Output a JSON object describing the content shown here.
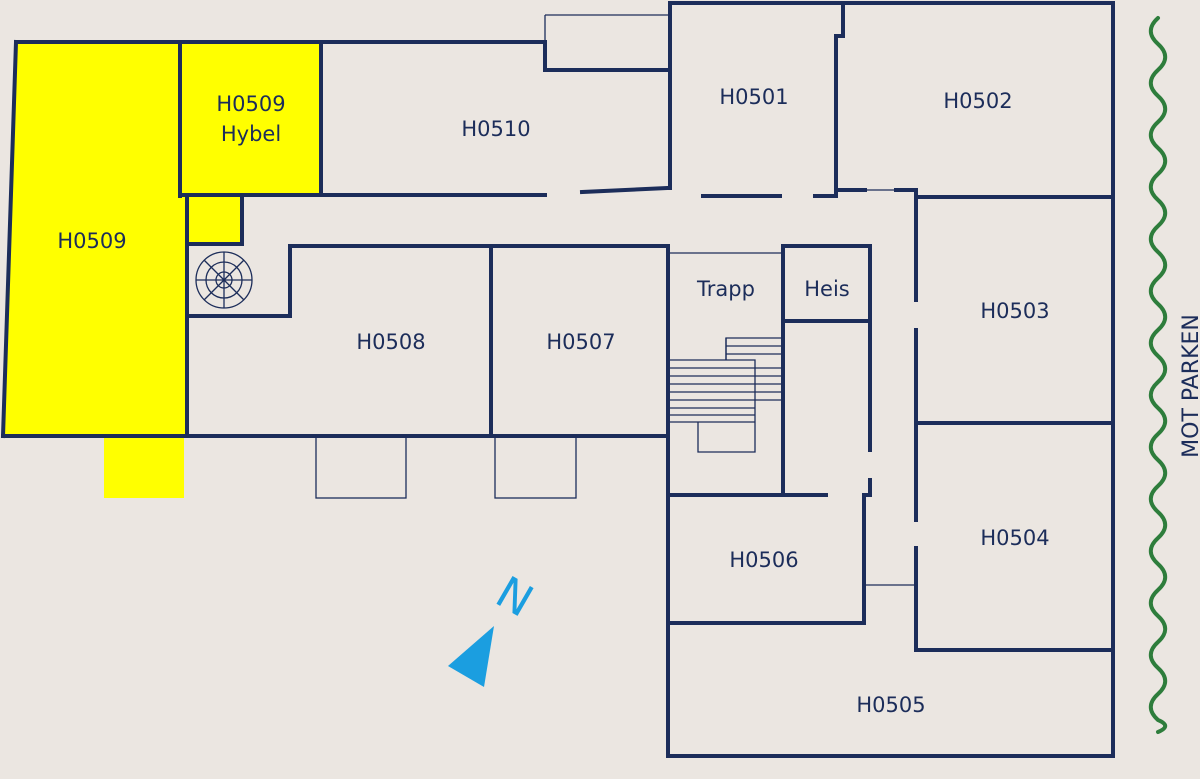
{
  "colors": {
    "background": "#ebe6e1",
    "wall": "#1c2d5a",
    "highlight": "#ffff00",
    "north_arrow": "#1b9ee0",
    "park_line": "#2e7d3c"
  },
  "rooms": {
    "h0509": "H0509",
    "h0509_hybel": [
      "H0509",
      "Hybel"
    ],
    "h0510": "H0510",
    "h0501": "H0501",
    "h0502": "H0502",
    "h0503": "H0503",
    "h0504": "H0504",
    "h0505": "H0505",
    "h0506": "H0506",
    "h0507": "H0507",
    "h0508": "H0508",
    "trapp": "Trapp",
    "heis": "Heis"
  },
  "compass": {
    "north": "N"
  },
  "side_label": "MOT PARKEN"
}
